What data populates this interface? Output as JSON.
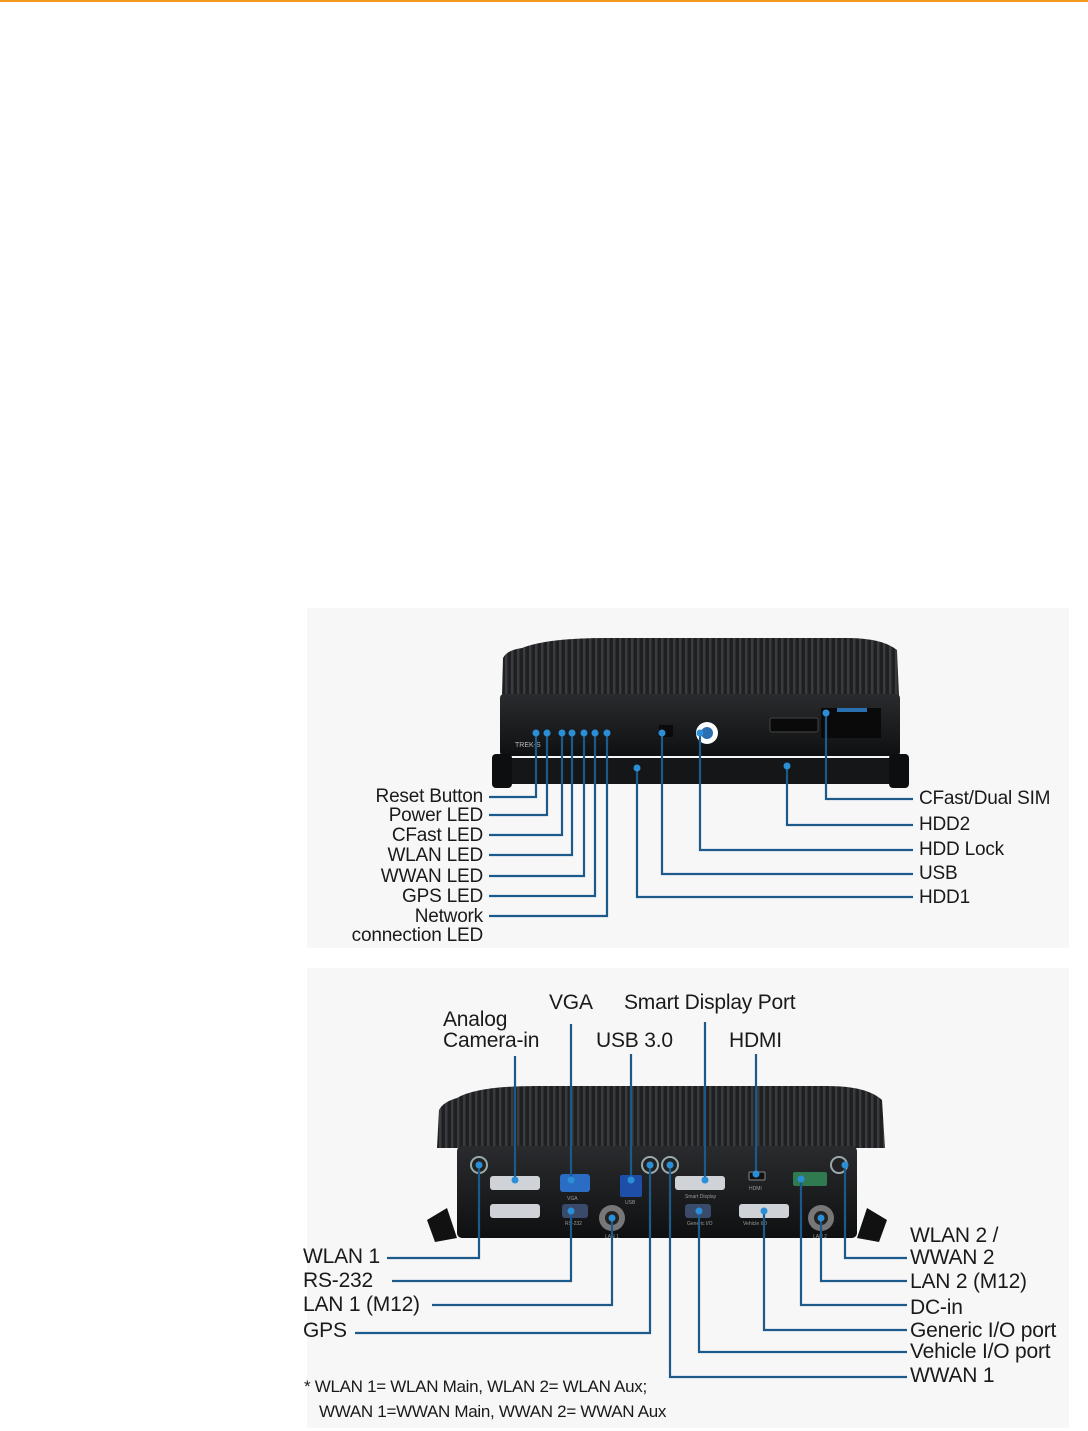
{
  "colors": {
    "accent_rule": "#f39a1e",
    "leader_line": "#1d5a8c",
    "panel_bg": "#f7f7f7",
    "device_body": "#1c1d1f"
  },
  "front_view": {
    "left_labels": [
      "Reset Button",
      "Power LED",
      "CFast LED",
      "WLAN LED",
      "WWAN LED",
      "GPS LED",
      "Network",
      "connection LED"
    ],
    "right_labels": [
      "CFast/Dual SIM",
      "HDD2",
      "HDD Lock",
      "USB",
      "HDD1"
    ],
    "device_markings": [
      "TREK-S"
    ]
  },
  "rear_view": {
    "top_labels": {
      "analog_camera_line1": "Analog",
      "analog_camera_line2": "Camera-in",
      "vga": "VGA",
      "smart_display_port": "Smart Display Port",
      "usb30": "USB 3.0",
      "hdmi": "HDMI"
    },
    "left_labels": [
      "WLAN 1",
      "RS-232",
      "LAN 1 (M12)",
      "GPS"
    ],
    "right_labels": [
      "WLAN 2 /",
      "WWAN 2",
      "LAN 2 (M12)",
      "DC-in",
      "Generic I/O port",
      "Vehicle I/O port",
      "WWAN 1"
    ],
    "device_markings": [
      "VGA",
      "RS-232",
      "USB",
      "LAN 1",
      "LAN 2",
      "HDMI",
      "Smart Display",
      "Generic I/O",
      "Vehicle I/O"
    ],
    "footnote": {
      "line1": "*  WLAN 1= WLAN Main, WLAN 2= WLAN Aux;",
      "line2": "WWAN 1=WWAN Main, WWAN 2= WWAN Aux"
    }
  }
}
